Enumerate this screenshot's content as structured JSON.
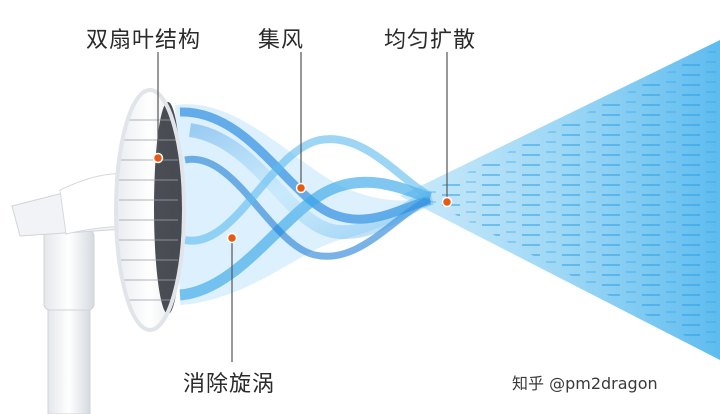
{
  "labels": {
    "dual_blade_structure": "双扇叶结构",
    "concentrated_air": "集风",
    "even_diffusion": "均匀扩散",
    "eliminate_vortex": "消除旋涡"
  },
  "watermark": "知乎 @pm2dragon",
  "colors": {
    "airflow_blue": "#3aa7e8",
    "airflow_light": "#bfe6fb",
    "marker_orange": "#e85a12",
    "leader_line": "#555555",
    "fan_body": "#f4f5f7"
  }
}
